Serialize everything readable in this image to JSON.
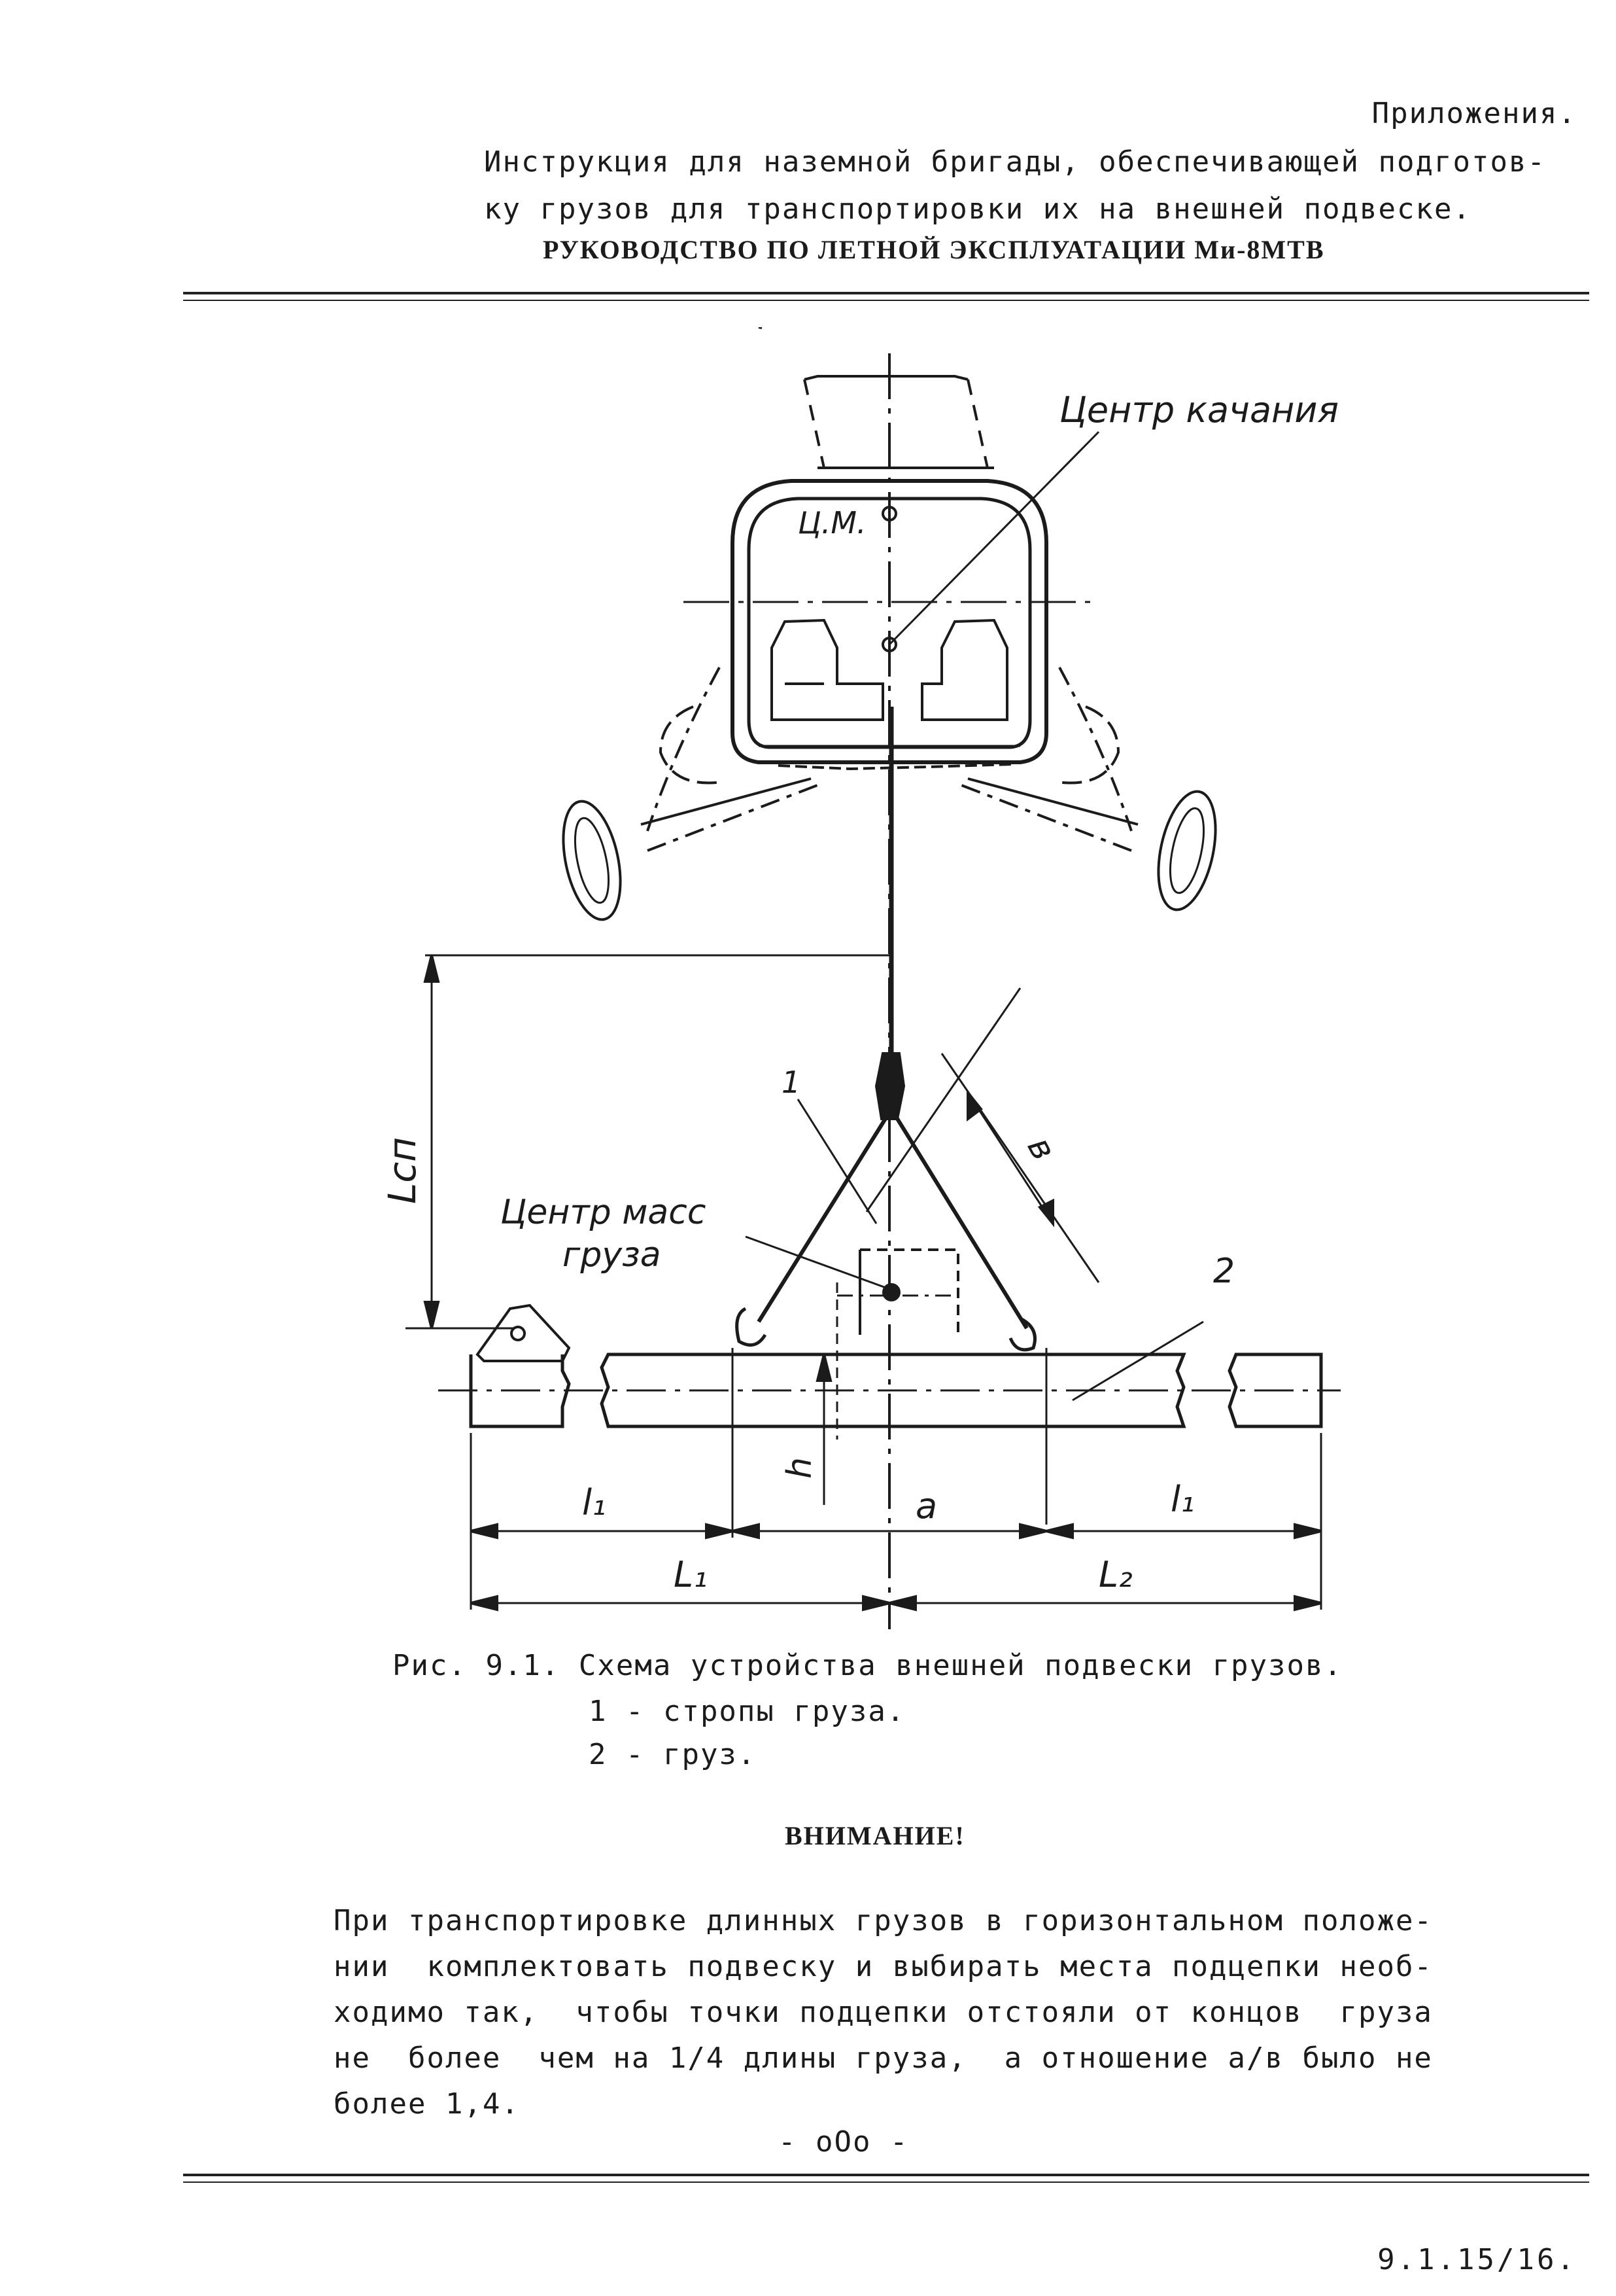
{
  "header": {
    "appendix": "Приложения.",
    "instruction_line1": "Инструкция для наземной бригады, обеспечивающей подготов-",
    "instruction_line2": "ку грузов для транспортировки их на внешней подвеске.",
    "manual_title": "РУКОВОДСТВО ПО ЛЕТНОЙ ЭКСПЛУАТАЦИИ Ми-8МТВ"
  },
  "diagram": {
    "label_swing_center": "Центр качания",
    "label_cm": "Ц.М.",
    "label_load_center_line1": "Центр масс",
    "label_load_center_line2": "груза",
    "label_lsp": "Lсп",
    "label_item1": "1",
    "label_item2": "2",
    "label_b": "в",
    "label_h": "h",
    "label_a": "a",
    "label_l1_left": "l₁",
    "label_l1_right": "l₁",
    "label_L1": "L₁",
    "label_L2": "L₂"
  },
  "figure": {
    "caption": "Рис. 9.1. Схема устройства внешней подвески грузов.",
    "item1": "1 - стропы груза.",
    "item2": "2 - груз."
  },
  "attention": "ВНИМАНИЕ!",
  "paragraph": [
    "При транспортировке длинных грузов в горизонтальном положе-",
    "нии  комплектовать подвеску и выбирать места подцепки необ-",
    "ходимо так,  чтобы точки подцепки отстояли от концов  груза",
    "не  более  чем на 1/4 длины груза,  а отношение а/в было не",
    "более 1,4."
  ],
  "end_mark": "- oOo -",
  "page_number": "9.1.15/16."
}
